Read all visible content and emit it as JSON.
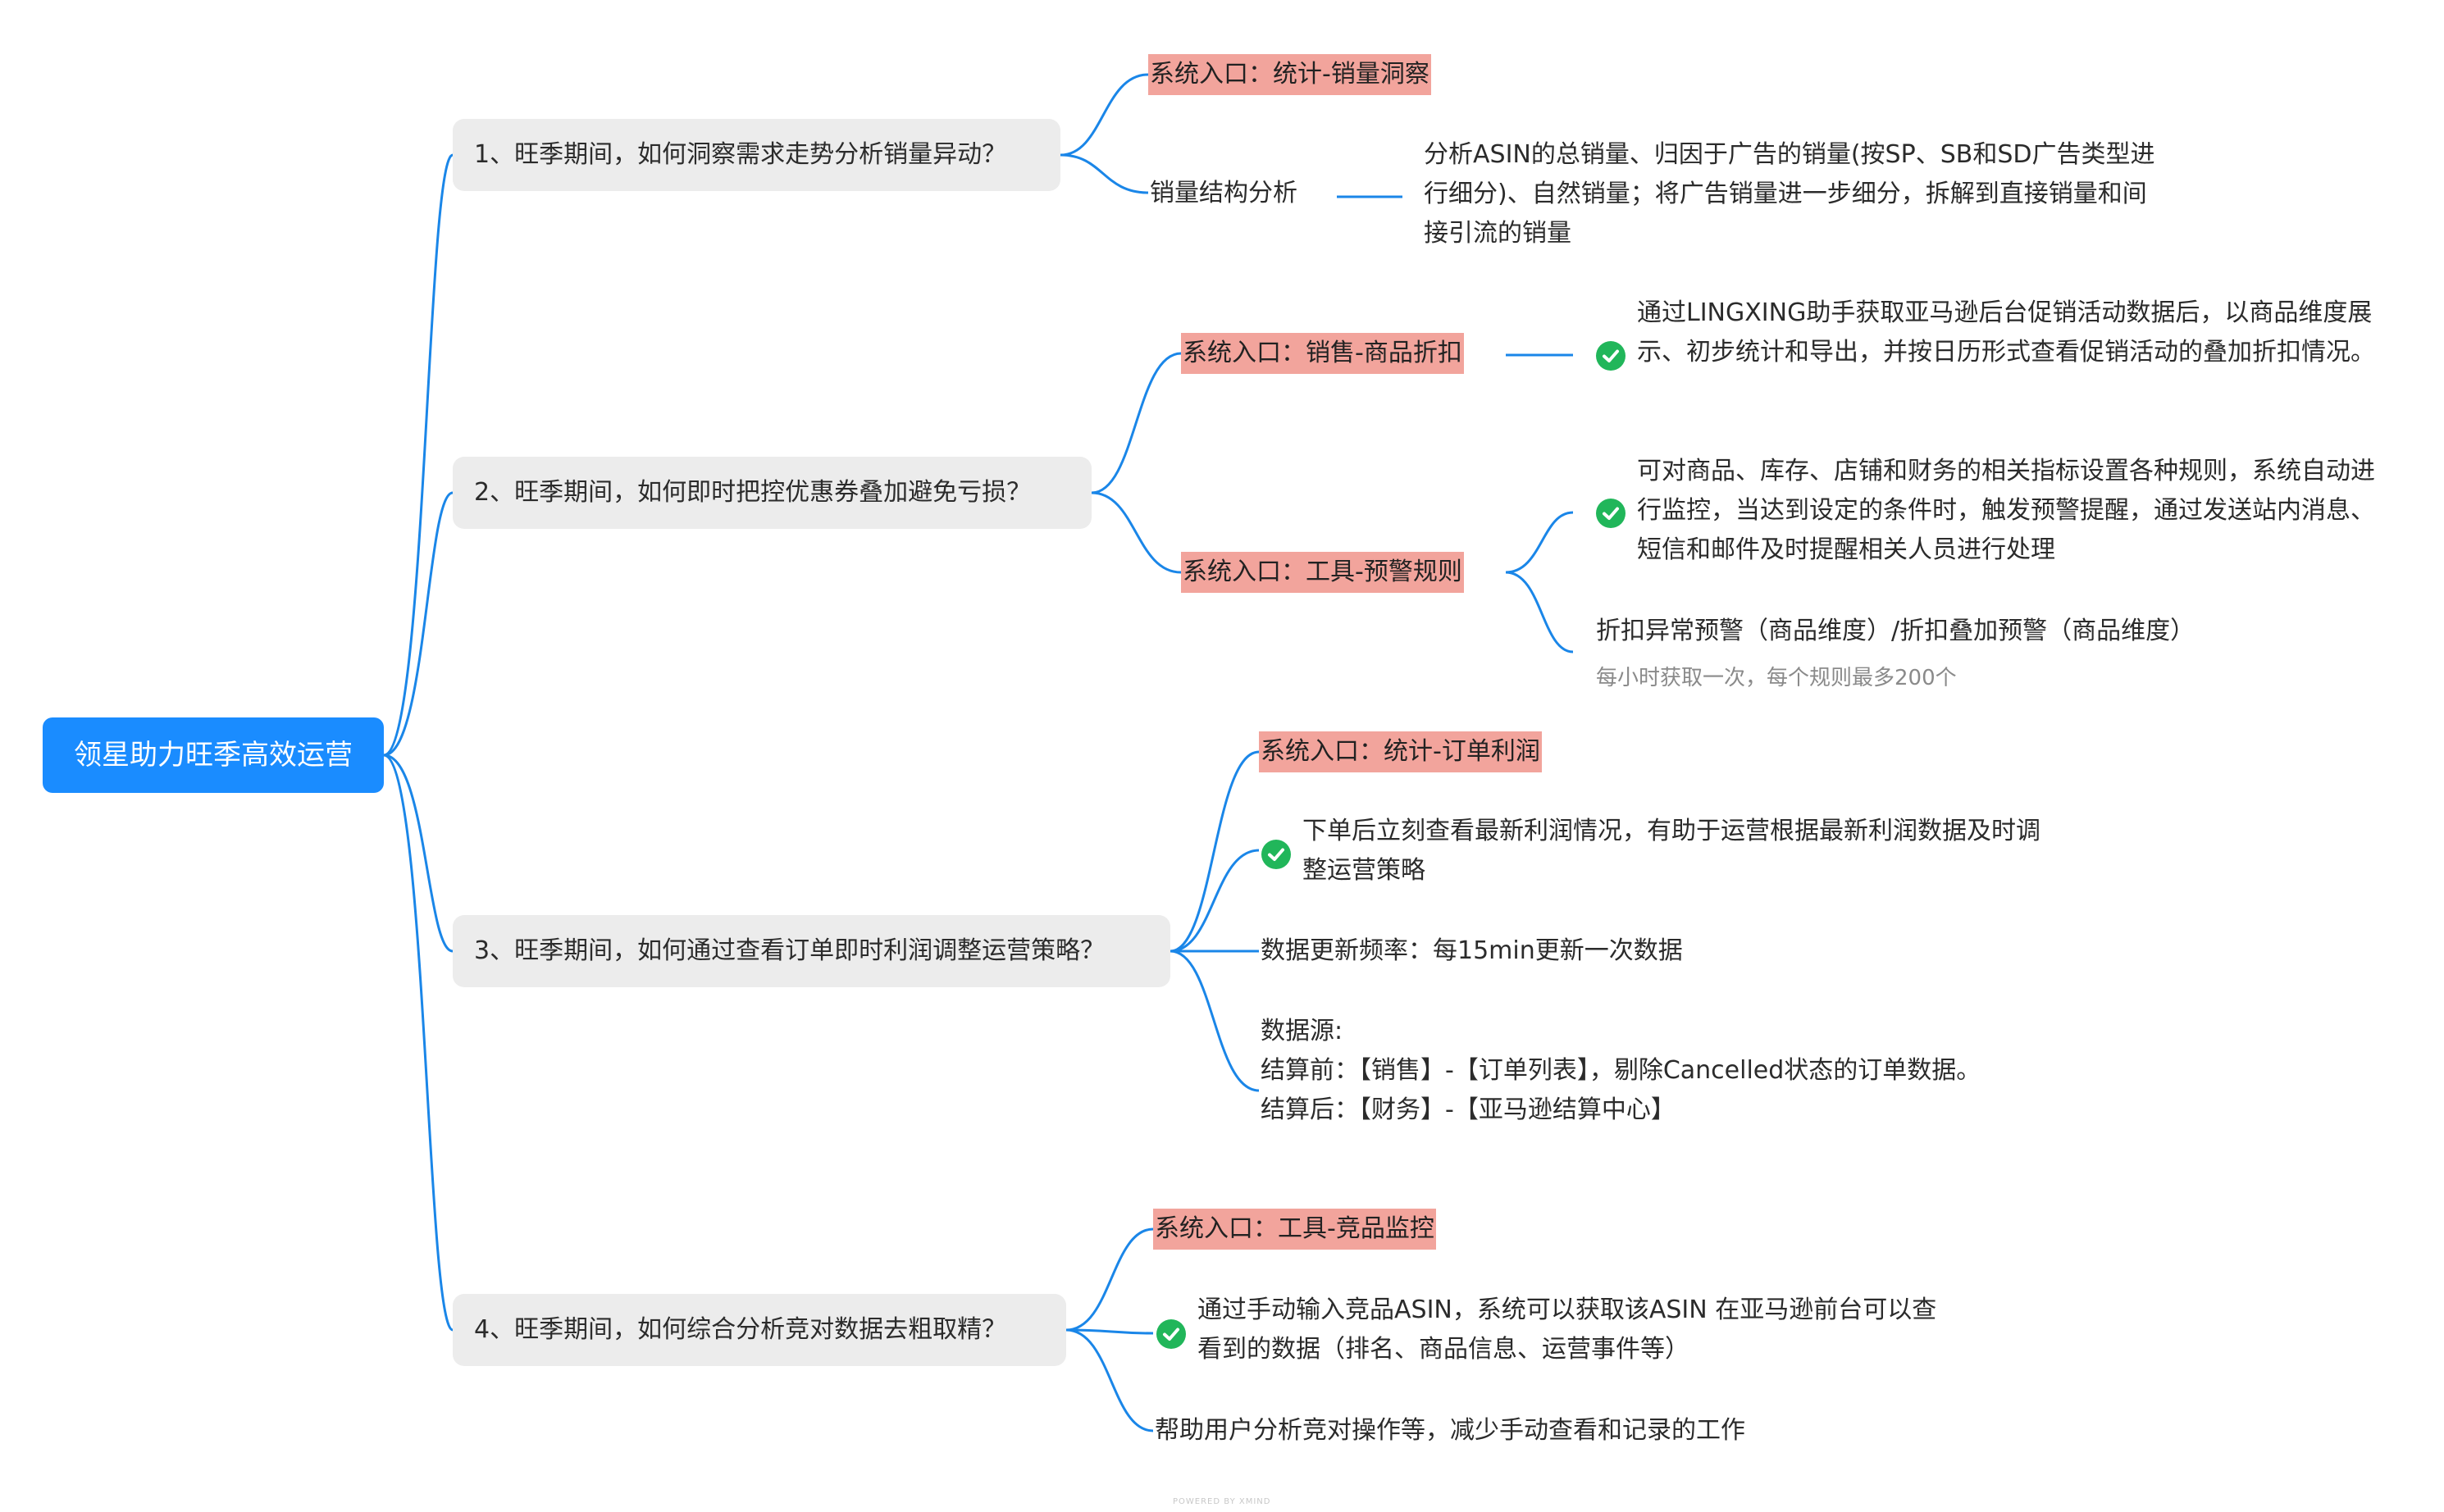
{
  "root": {
    "label": "领星助力旺季高效运营"
  },
  "branches": [
    {
      "question": "1、旺季期间，如何洞察需求走势分析销量异动？",
      "entry": "系统入口：统计-销量洞察",
      "sub_label": "销量结构分析",
      "sub_detail": "分析ASIN的总销量、归因于广告的销量(按SP、SB和SD广告类型进行细分)、自然销量；将广告销量进一步细分，拆解到直接销量和间接引流的销量"
    },
    {
      "question": "2、旺季期间，如何即时把控优惠券叠加避免亏损？",
      "entry_a": "系统入口：销售-商品折扣",
      "detail_a": "通过LINGXING助手获取亚马逊后台促销活动数据后，以商品维度展示、初步统计和导出，并按日历形式查看促销活动的叠加折扣情况。",
      "entry_b": "系统入口：工具-预警规则",
      "detail_b": "可对商品、库存、店铺和财务的相关指标设置各种规则，系统自动进行监控，当达到设定的条件时，触发预警提醒，通过发送站内消息、短信和邮件及时提醒相关人员进行处理",
      "alert_types": "折扣异常预警（商品维度）/折扣叠加预警（商品维度）",
      "alert_note": "每小时获取一次，每个规则最多200个"
    },
    {
      "question": "3、旺季期间，如何通过查看订单即时利润调整运营策略？",
      "entry": "系统入口：统计-订单利润",
      "detail": "下单后立刻查看最新利润情况，有助于运营根据最新利润数据及时调整运营策略",
      "frequency": "数据更新频率：每15min更新一次数据",
      "source_title": "数据源:",
      "source_before": "结算前：【销售】-【订单列表】，剔除Cancelled状态的订单数据。",
      "source_after": "结算后：【财务】-【亚马逊结算中心】"
    },
    {
      "question": "4、旺季期间，如何综合分析竞对数据去粗取精？",
      "entry": "系统入口：工具-竞品监控",
      "detail": "通过手动输入竞品ASIN，系统可以获取该ASIN 在亚马逊前台可以查看到的数据（排名、商品信息、运营事件等）",
      "help": "帮助用户分析竞对操作等，减少手动查看和记录的工作"
    }
  ],
  "footer": "POWERED BY XMIND",
  "icons": {
    "check": "check-circle-icon"
  },
  "colors": {
    "root": "#1a8cff",
    "line": "#1a86e8",
    "entry_bg": "#f2a49c",
    "question_bg": "#ececec",
    "check": "#21b65a"
  }
}
